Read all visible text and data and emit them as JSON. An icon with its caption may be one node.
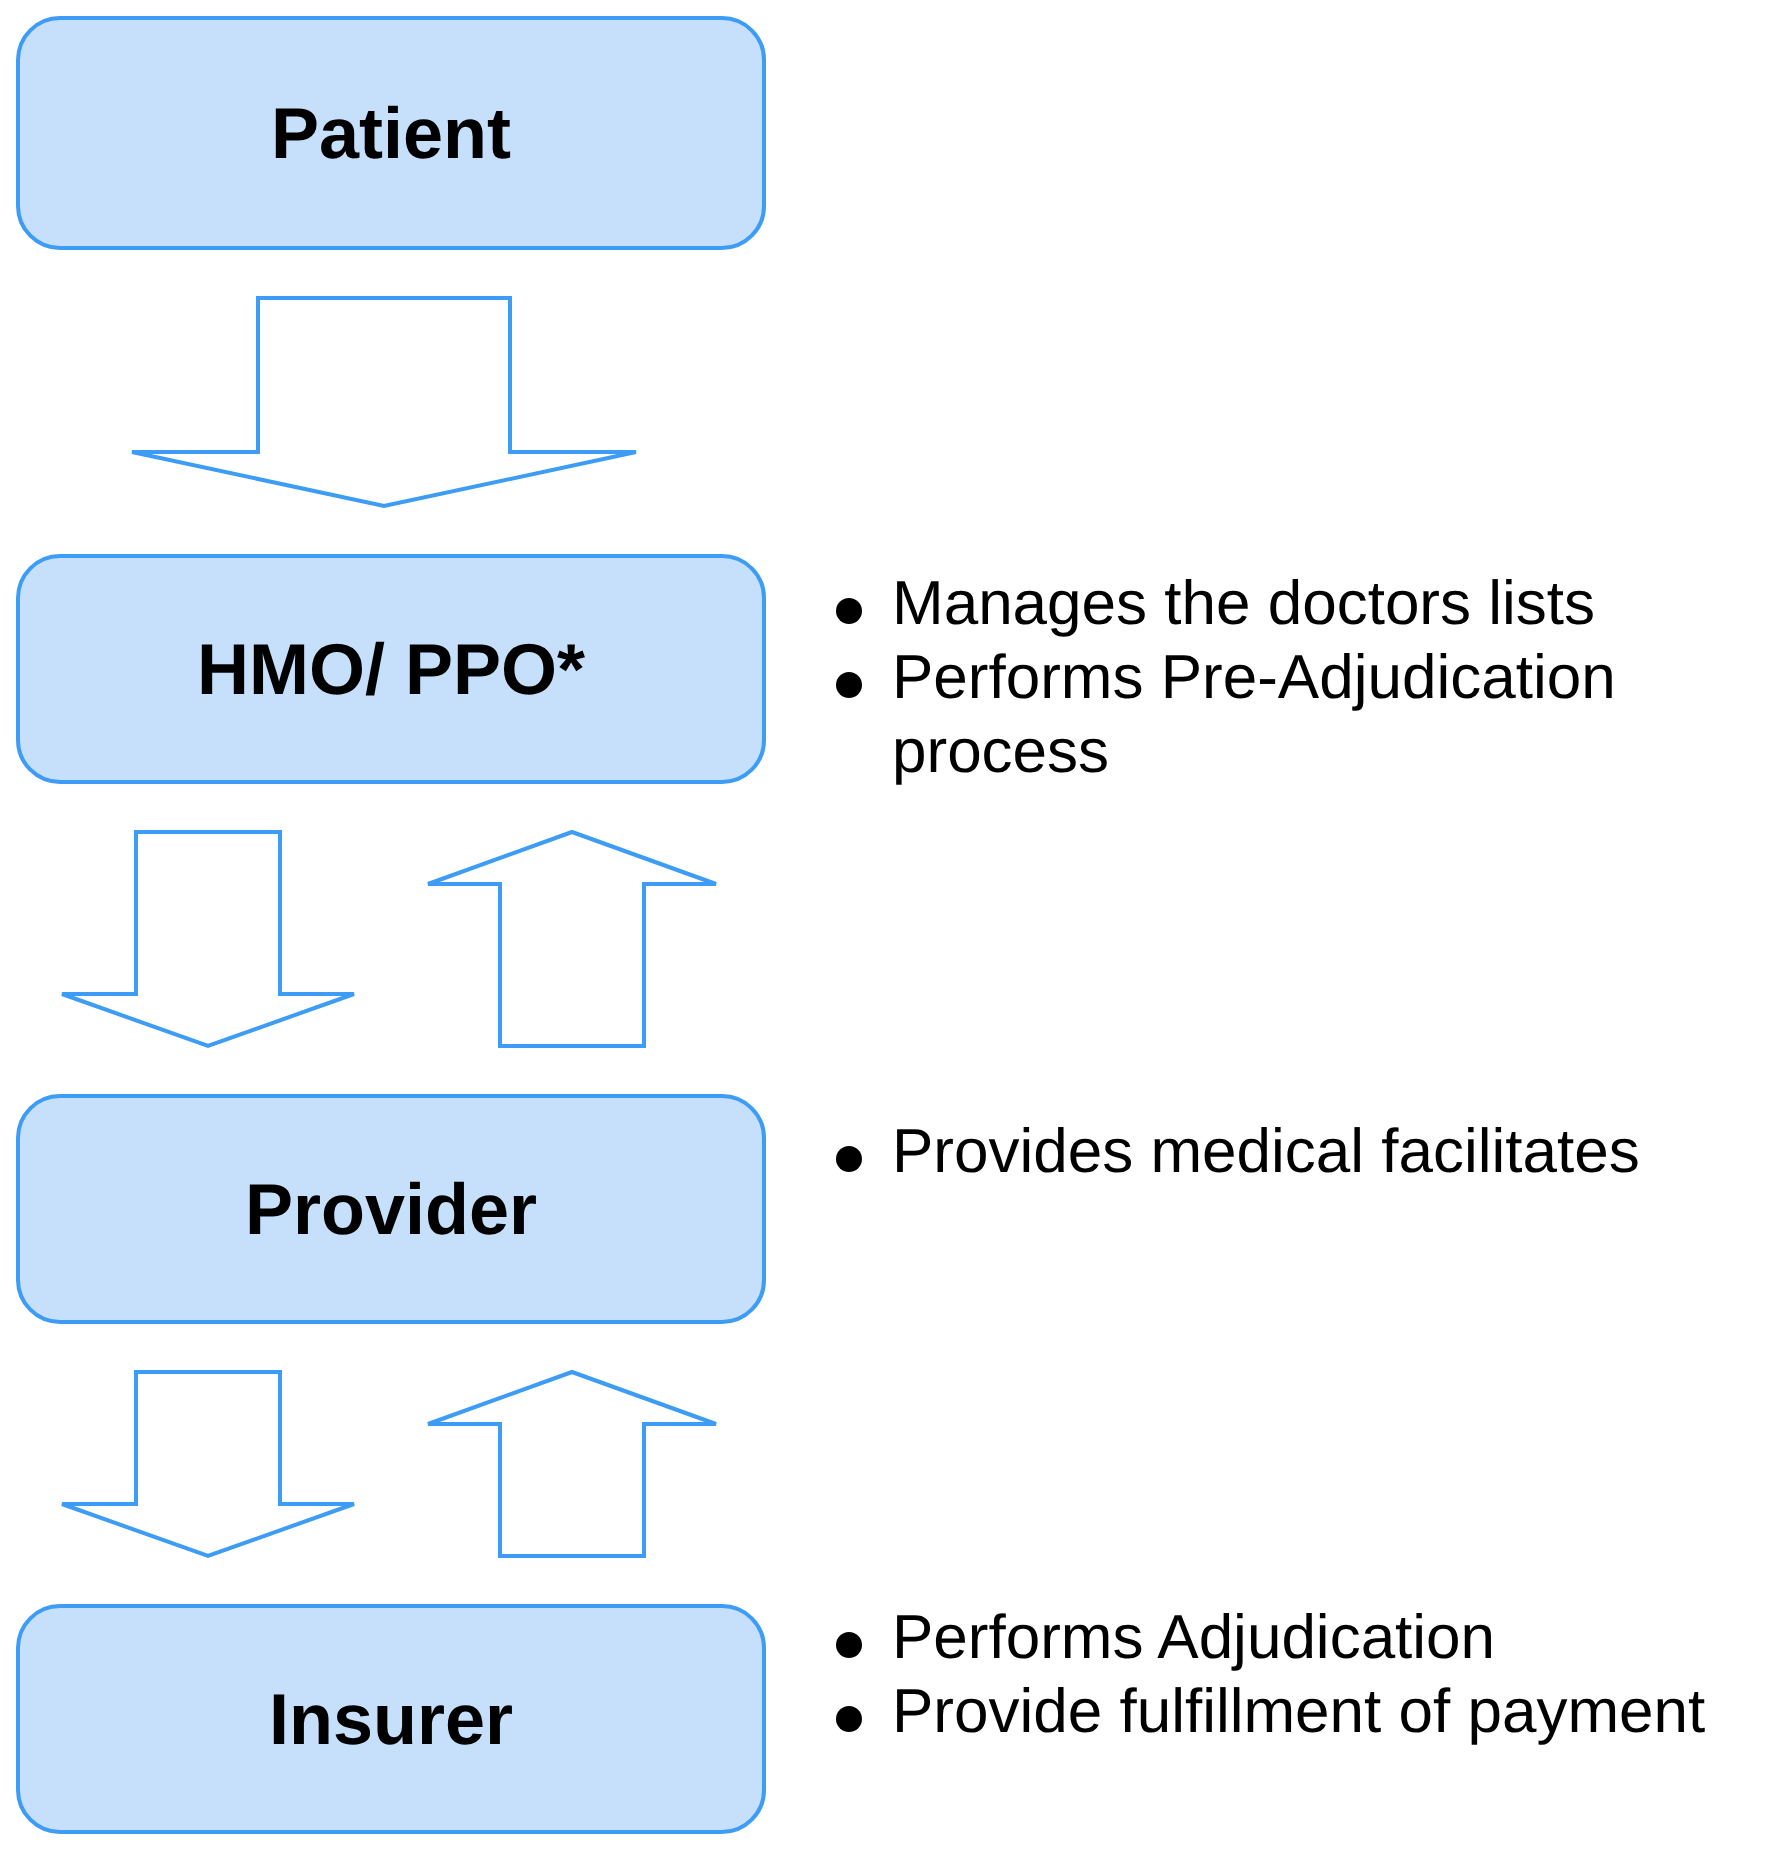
{
  "diagram": {
    "nodes": [
      {
        "text": [
          "Patient"
        ]
      },
      {
        "text": [
          "HMO/ PPO*"
        ],
        "beside": [
          "Manages the doctors lists",
          "Performs Pre-Adjudication process"
        ]
      },
      {
        "text": [
          "Provider"
        ],
        "beside": [
          "Provides medical facilitates"
        ]
      },
      {
        "text": [
          "Insurer"
        ],
        "beside": [
          "Performs Adjudication",
          "Provide fulfillment of payment"
        ]
      }
    ],
    "edges": [
      {
        "from": 0,
        "to": 1,
        "arrow": "to"
      },
      {
        "from": 1,
        "to": 2,
        "arrow": "to"
      },
      {
        "from": 2,
        "to": 1,
        "arrow": "to"
      },
      {
        "from": 2,
        "to": 3,
        "arrow": "to"
      },
      {
        "from": 3,
        "to": 2,
        "arrow": "to"
      }
    ]
  }
}
